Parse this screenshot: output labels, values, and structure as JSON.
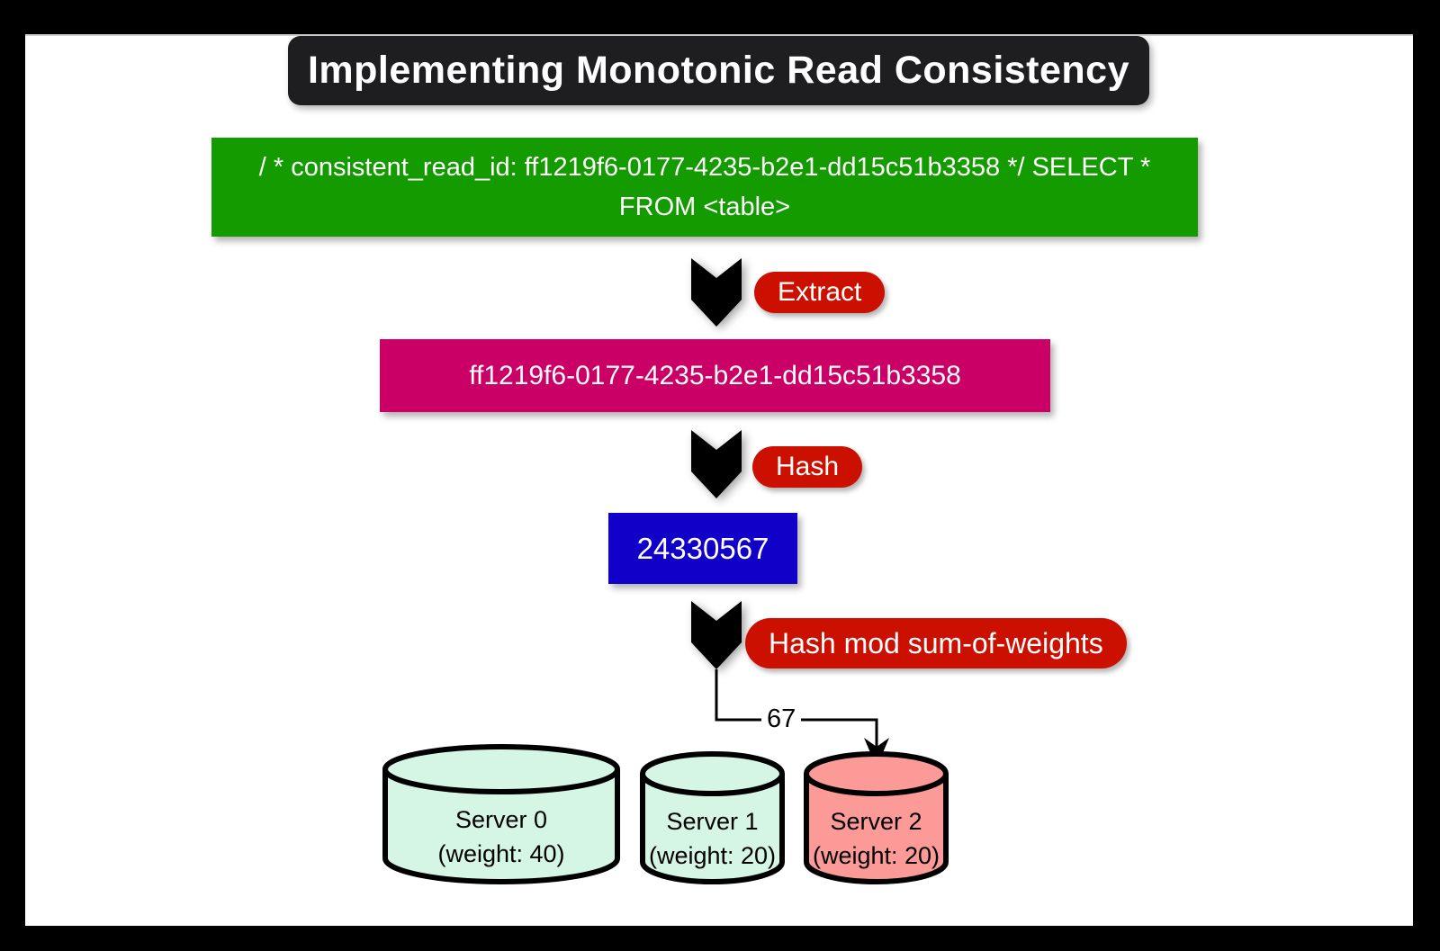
{
  "title": "Implementing Monotonic Read Consistency",
  "query_box": {
    "line1": "/ * consistent_read_id: ff1219f6-0177-4235-b2e1-dd15c51b3358 */ SELECT *",
    "line2": "FROM <table>"
  },
  "steps": {
    "extract": "Extract",
    "hash": "Hash",
    "mod": "Hash mod sum-of-weights"
  },
  "uuid_box": {
    "value": "ff1219f6-0177-4235-b2e1-dd15c51b3358"
  },
  "hash_box": {
    "value": "24330567"
  },
  "route": {
    "value": "67"
  },
  "servers": [
    {
      "name": "Server 0",
      "weight_label": "(weight: 40)",
      "fill": "#d5f6e5"
    },
    {
      "name": "Server 1",
      "weight_label": "(weight: 20)",
      "fill": "#d5f6e5"
    },
    {
      "name": "Server 2",
      "weight_label": "(weight: 20)",
      "fill": "#fc9a98"
    }
  ],
  "colors": {
    "frame_bg": "#000000",
    "canvas_bg": "#ffffff",
    "title_bar_bg": "#1e1e20",
    "query_box_bg": "#149b00",
    "uuid_box_bg": "#cb0067",
    "hash_box_bg": "#1100c8",
    "step_pill_bg": "#cc1000",
    "arrow_color": "#000000",
    "server_default_fill": "#d5f6e5",
    "server_selected_fill": "#fc9a98"
  }
}
